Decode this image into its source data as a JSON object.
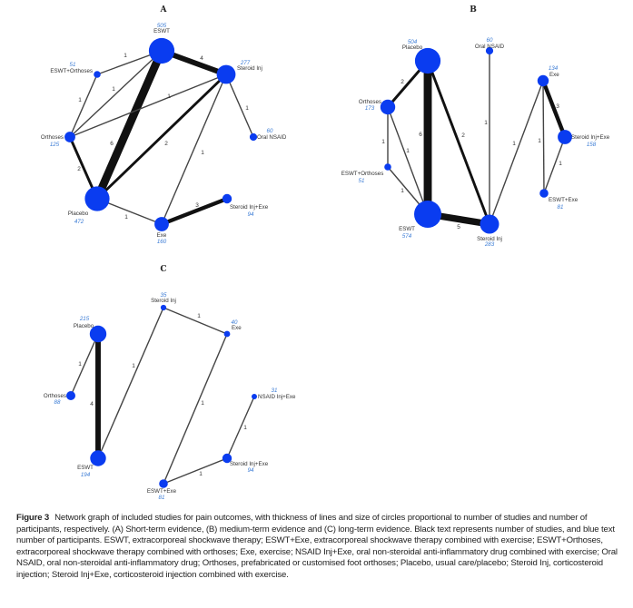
{
  "colors": {
    "node": "#0a3cf0",
    "edge": "#111111",
    "edge_thin": "#444444",
    "count_text": "#3a7bd5",
    "label_text": "#333333"
  },
  "chart_data": [
    {
      "type": "network",
      "panel": "A",
      "title": "A",
      "description": "Short-term evidence",
      "nodes": [
        {
          "id": "ESWT",
          "label": "ESWT",
          "participants": "505"
        },
        {
          "id": "SteroidInj",
          "label": "Steroid Inj",
          "participants": "277"
        },
        {
          "id": "OralNSAID",
          "label": "Oral NSAID",
          "participants": "60"
        },
        {
          "id": "SteroidInjExe",
          "label": "Steroid Inj+Exe",
          "participants": "94"
        },
        {
          "id": "Exe",
          "label": "Exe",
          "participants": "160"
        },
        {
          "id": "Placebo",
          "label": "Placebo",
          "participants": "472"
        },
        {
          "id": "Orthoses",
          "label": "Orthoses",
          "participants": "125"
        },
        {
          "id": "ESWTOrthoses",
          "label": "ESWT+Orthoses",
          "participants": "51"
        }
      ],
      "edges": [
        {
          "source": "ESWT",
          "target": "SteroidInj",
          "studies": "4"
        },
        {
          "source": "ESWT",
          "target": "ESWTOrthoses",
          "studies": "1"
        },
        {
          "source": "ESWT",
          "target": "Orthoses",
          "studies": "1"
        },
        {
          "source": "ESWT",
          "target": "Placebo",
          "studies": "6"
        },
        {
          "source": "SteroidInj",
          "target": "Orthoses",
          "studies": "1"
        },
        {
          "source": "SteroidInj",
          "target": "Placebo",
          "studies": "2"
        },
        {
          "source": "SteroidInj",
          "target": "Exe",
          "studies": "1"
        },
        {
          "source": "SteroidInj",
          "target": "OralNSAID",
          "studies": "1"
        },
        {
          "source": "ESWTOrthoses",
          "target": "Orthoses",
          "studies": "1"
        },
        {
          "source": "Orthoses",
          "target": "Placebo",
          "studies": "2"
        },
        {
          "source": "Placebo",
          "target": "Exe",
          "studies": "1"
        },
        {
          "source": "Exe",
          "target": "SteroidInjExe",
          "studies": "3"
        }
      ]
    },
    {
      "type": "network",
      "panel": "B",
      "title": "B",
      "description": "Medium-term evidence",
      "nodes": [
        {
          "id": "Placebo",
          "label": "Placebo",
          "participants": "504"
        },
        {
          "id": "OralNSAID",
          "label": "Oral NSAID",
          "participants": "60"
        },
        {
          "id": "Exe",
          "label": "Exe",
          "participants": "134"
        },
        {
          "id": "Orthoses",
          "label": "Orthoses",
          "participants": "173"
        },
        {
          "id": "SteroidInjExe",
          "label": "Steroid Inj+Exe",
          "participants": "158"
        },
        {
          "id": "ESWTOrthoses",
          "label": "ESWT+Orthoses",
          "participants": "51"
        },
        {
          "id": "ESWTExe",
          "label": "ESWT+Exe",
          "participants": "81"
        },
        {
          "id": "ESWT",
          "label": "ESWT",
          "participants": "574"
        },
        {
          "id": "SteroidInj",
          "label": "Steroid Inj",
          "participants": "283"
        }
      ],
      "edges": [
        {
          "source": "Placebo",
          "target": "Orthoses",
          "studies": "2"
        },
        {
          "source": "Placebo",
          "target": "ESWT",
          "studies": "6"
        },
        {
          "source": "Placebo",
          "target": "SteroidInj",
          "studies": "2"
        },
        {
          "source": "Orthoses",
          "target": "ESWTOrthoses",
          "studies": "1"
        },
        {
          "source": "Orthoses",
          "target": "ESWT",
          "studies": "1"
        },
        {
          "source": "ESWTOrthoses",
          "target": "ESWT",
          "studies": "1"
        },
        {
          "source": "ESWT",
          "target": "SteroidInj",
          "studies": "5"
        },
        {
          "source": "OralNSAID",
          "target": "SteroidInj",
          "studies": "1"
        },
        {
          "source": "Exe",
          "target": "SteroidInj",
          "studies": "1"
        },
        {
          "source": "Exe",
          "target": "SteroidInjExe",
          "studies": "3"
        },
        {
          "source": "Exe",
          "target": "ESWTExe",
          "studies": "1"
        },
        {
          "source": "SteroidInjExe",
          "target": "ESWTExe",
          "studies": "1"
        }
      ]
    },
    {
      "type": "network",
      "panel": "C",
      "title": "C",
      "description": "Long-term evidence",
      "nodes": [
        {
          "id": "SteroidInj",
          "label": "Steroid Inj",
          "participants": "35"
        },
        {
          "id": "Placebo",
          "label": "Placebo",
          "participants": "215"
        },
        {
          "id": "Exe",
          "label": "Exe",
          "participants": "40"
        },
        {
          "id": "Orthoses",
          "label": "Orthoses",
          "participants": "88"
        },
        {
          "id": "NSAIDInjExe",
          "label": "NSAID Inj+Exe",
          "participants": "31"
        },
        {
          "id": "ESWT",
          "label": "ESWT",
          "participants": "194"
        },
        {
          "id": "SteroidInjExe",
          "label": "Steroid Inj+Exe",
          "participants": "94"
        },
        {
          "id": "ESWTExe",
          "label": "ESWT+Exe",
          "participants": "81"
        }
      ],
      "edges": [
        {
          "source": "Placebo",
          "target": "Orthoses",
          "studies": "1"
        },
        {
          "source": "Placebo",
          "target": "ESWT",
          "studies": "4"
        },
        {
          "source": "ESWT",
          "target": "SteroidInj",
          "studies": "1"
        },
        {
          "source": "SteroidInj",
          "target": "Exe",
          "studies": "1"
        },
        {
          "source": "Exe",
          "target": "ESWTExe",
          "studies": "1"
        },
        {
          "source": "ESWTExe",
          "target": "SteroidInjExe",
          "studies": "1"
        },
        {
          "source": "SteroidInjExe",
          "target": "NSAIDInjExe",
          "studies": "1"
        }
      ]
    }
  ],
  "caption": {
    "label": "Figure 3",
    "text": "Network graph of included studies for pain outcomes, with thickness of lines and size of circles proportional to number of studies and number of participants, respectively. (A) Short-term evidence, (B) medium-term evidence and (C) long-term evidence. Black text represents number of studies, and blue text number of participants. ESWT, extracorporeal shockwave therapy; ESWT+Exe, extracorporeal shockwave therapy combined with exercise; ESWT+Orthoses, extracorporeal shockwave therapy combined with orthoses; Exe, exercise; NSAID Inj+Exe, oral non-steroidal anti-inflammatory drug combined with exercise; Oral NSAID, oral non-steroidal anti-inflammatory drug; Orthoses, prefabricated or customised foot orthoses; Placebo, usual care/placebo; Steroid Inj, corticosteroid injection; Steroid Inj+Exe, corticosteroid injection combined with exercise."
  }
}
